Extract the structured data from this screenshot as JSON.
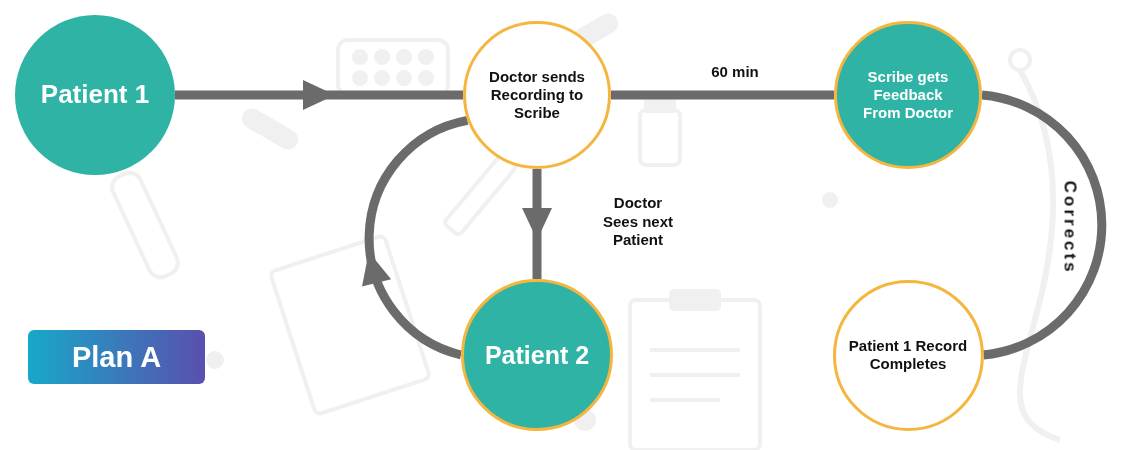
{
  "diagram": {
    "nodes": [
      {
        "text": [
          "Patient 1"
        ]
      },
      {
        "text": [
          "Doctor sends Recording to Scribe"
        ]
      },
      {
        "text": [
          "Scribe gets Feedback From Doctor"
        ]
      },
      {
        "text": [
          "Patient 2"
        ]
      },
      {
        "text": [
          "Patient 1 Record Completes"
        ]
      },
      {
        "text": [
          "Plan A"
        ]
      }
    ],
    "edges": [
      {
        "from": 0,
        "to": 1,
        "arrow": "to"
      },
      {
        "from": 1,
        "to": 2,
        "label": "60 min",
        "arrow": "none"
      },
      {
        "from": 1,
        "to": 3,
        "label": "Doctor Sees next Patient",
        "arrow": "to"
      },
      {
        "from": 3,
        "to": 1,
        "arrow": "to"
      },
      {
        "from": 2,
        "to": 4,
        "label": "Corrects",
        "arrow": "none"
      }
    ]
  }
}
